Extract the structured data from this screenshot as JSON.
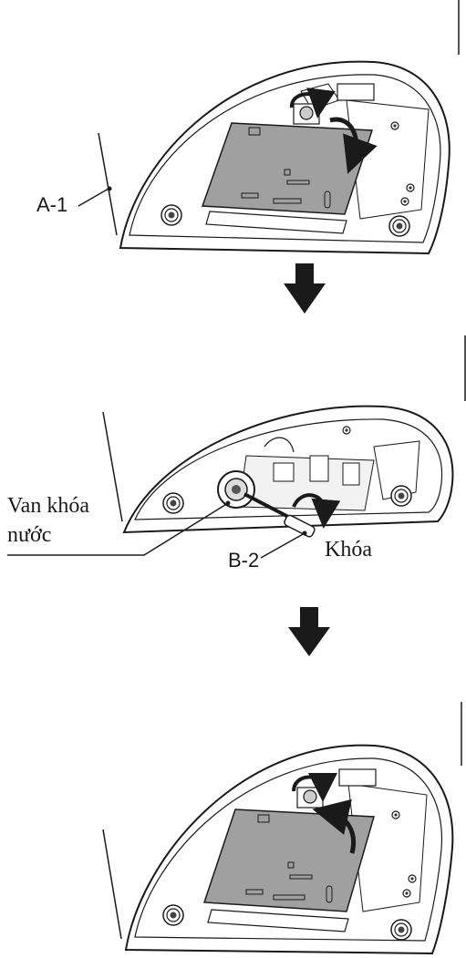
{
  "labels": {
    "panel_label_a1": "A-1",
    "valve_label_line1": "Van khóa",
    "valve_label_line2": "nước",
    "lock_label": "Khóa",
    "panel_label_b2": "B-2"
  },
  "icons": {
    "step_arrow": "arrow-down-icon",
    "rotate": "curved-arrow-icon",
    "screw": "screw-icon"
  },
  "colors": {
    "line": "#1a1a1a",
    "plate": "#a0a0a0",
    "plate_dark": "#6e6e6e",
    "body": "#ffffff"
  }
}
